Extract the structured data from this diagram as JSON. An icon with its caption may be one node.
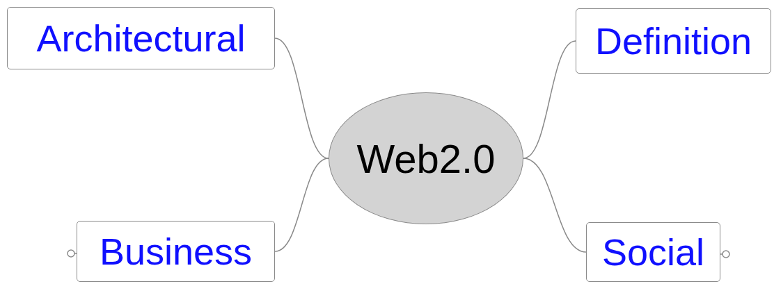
{
  "diagram": {
    "nodes": [
      {
        "text": [
          "Architectural"
        ]
      },
      {
        "text": [
          "Definition"
        ]
      },
      {
        "text": [
          "Web2.0"
        ]
      },
      {
        "text": [
          "Business"
        ]
      },
      {
        "text": [
          "Social"
        ]
      }
    ],
    "edges": [
      {
        "from": 2,
        "to": 0,
        "arrow": "none"
      },
      {
        "from": 2,
        "to": 1,
        "arrow": "none"
      },
      {
        "from": 2,
        "to": 3,
        "arrow": "none"
      },
      {
        "from": 2,
        "to": 4,
        "arrow": "none"
      }
    ]
  }
}
